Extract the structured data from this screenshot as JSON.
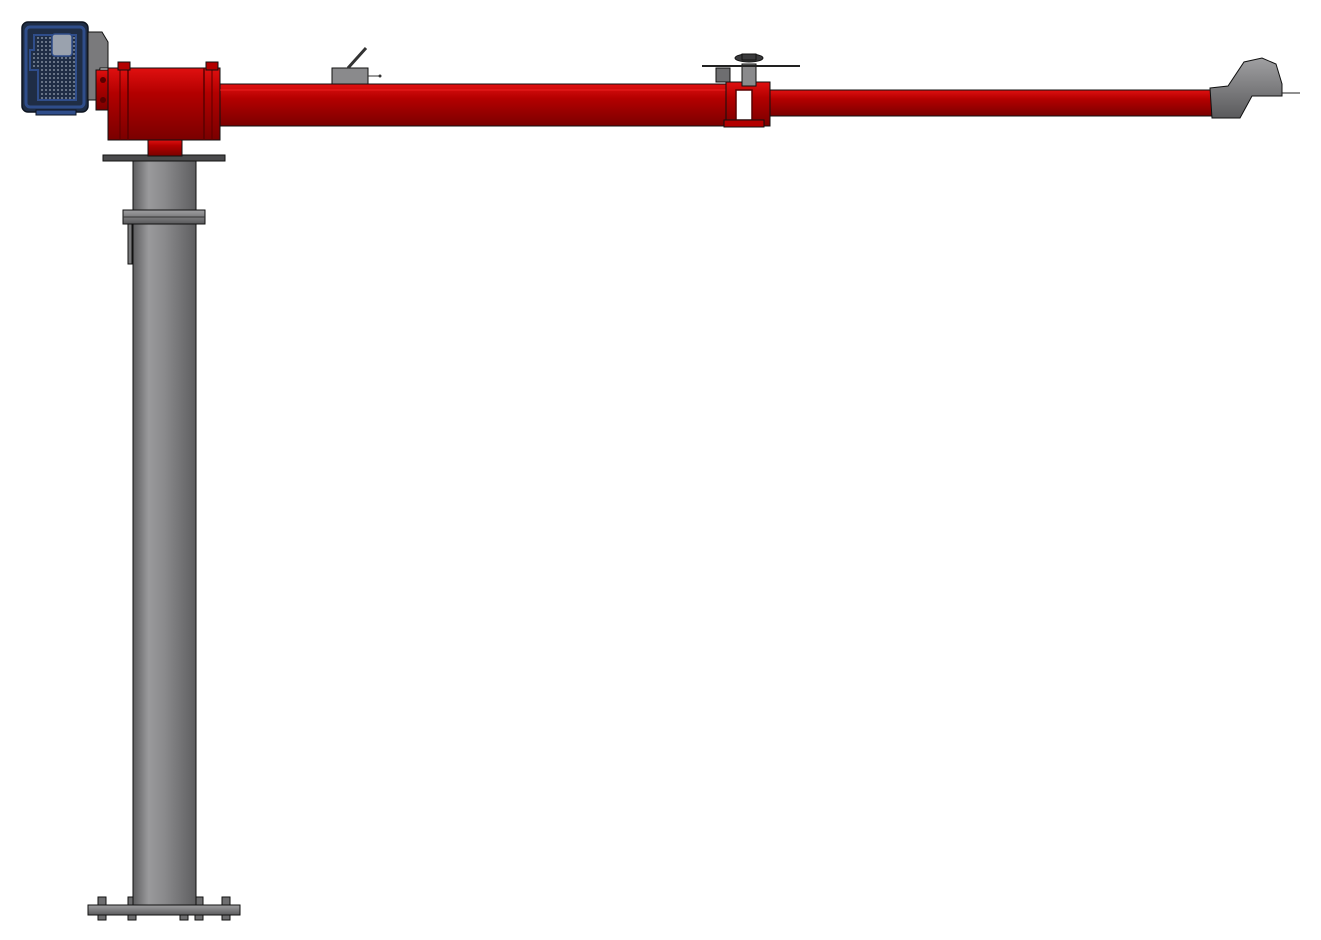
{
  "colors": {
    "background": "#ffffff",
    "boom": "#b30000",
    "boom_highlight": "#e01010",
    "boom_shadow": "#7a0000",
    "column": "#8a8a8c",
    "column_highlight": "#b0b0b2",
    "column_shadow": "#5e5e60",
    "motor_body": "#1f2d45",
    "motor_trim": "#2f4d8a",
    "motor_grille": "#7f8a9a",
    "hardware_grey": "#6e6e70",
    "outline": "#111111"
  },
  "components": [
    "motor-drive",
    "slew-head",
    "inner-boom",
    "outer-boom",
    "boom-knuckle",
    "valve-handle",
    "swivel-reel",
    "end-nozzle",
    "column",
    "column-flange",
    "base-plate"
  ]
}
